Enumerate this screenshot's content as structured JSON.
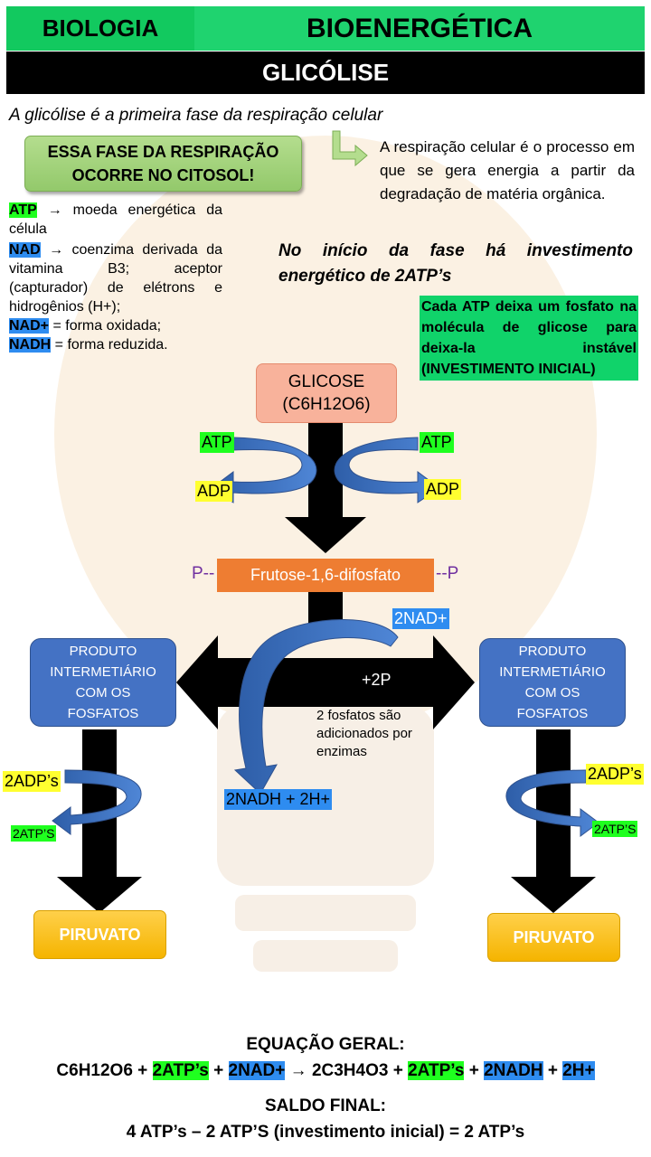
{
  "header": {
    "subject": "BIOLOGIA",
    "topic": "BIOENERGÉTICA",
    "title": "GLICÓLISE"
  },
  "intro": "A glicólise é a primeira fase da respiração celular",
  "phase_box": {
    "line1": "ESSA FASE DA RESPIRAÇÃO",
    "line2": "OCORRE NO CITOSOL!"
  },
  "respiration_def": "A respiração celular é o processo em que se gera energia a partir da degradação de matéria orgânica.",
  "definitions": {
    "atp_term": "ATP",
    "atp_text": " moeda energética da célula",
    "nad_term": "NAD",
    "nad_text": " coenzima derivada da vitamina B3; aceptor (capturador) de elétrons e hidrogênios (H+);",
    "nadplus_term": "NAD+",
    "nadplus_text": " = forma oxidada;",
    "nadh_term": "NADH",
    "nadh_text": " = forma reduzida."
  },
  "investment_text": "No início da fase há investimento energético de 2ATP’s",
  "investment_note": "Cada ATP deixa um fosfato na molécula de glicose para deixa-la instável (INVESTIMENTO INICIAL)",
  "glucose": {
    "name": "GLICOSE",
    "formula": "(C6H12O6)"
  },
  "atp_left": "ATP",
  "atp_right": "ATP",
  "adp_left": "ADP",
  "adp_right": "ADP",
  "fructose": {
    "name": "Frutose-1,6-difosfato",
    "p_left": "P--",
    "p_right": "--P"
  },
  "nad_in": "2NAD+",
  "plus_2p": "+2P",
  "phosphate_note": "2 fosfatos são adicionados por enzimas",
  "nadh_out": "2NADH + 2H+",
  "intermediate": {
    "line1": "PRODUTO",
    "line2": "INTERMETIÁRIO",
    "line3": "COM OS",
    "line4": "FOSFATOS"
  },
  "left_branch": {
    "adp": "2ADP’s",
    "atp": "2ATP’S",
    "product": "PIRUVATO"
  },
  "right_branch": {
    "adp": "2ADP’s",
    "atp": "2ATP’S",
    "product": "PIRUVATO"
  },
  "equation": {
    "label": "EQUAÇÃO GERAL:",
    "glucose": "C6H12O6 +",
    "atp_in": "2ATP’s",
    "p1": "+",
    "nad": "2NAD+",
    "arrow": "→",
    "pyruvate": "2C3H4O3 +",
    "atp_out": "2ATP’s",
    "p2": "+",
    "nadh": "2NADH",
    "p3": "+",
    "h": "2H+"
  },
  "balance": {
    "label": "SALDO FINAL:",
    "text": "4 ATP’s – 2 ATP’S (investimento inicial) = 2 ATP’s"
  },
  "colors": {
    "green": "#1fd36f",
    "blue": "#4472c4",
    "orange": "#ee7d32",
    "highlight_green": "#1fff1f",
    "highlight_blue": "#2e8cf0",
    "highlight_yellow": "#ffff30"
  }
}
